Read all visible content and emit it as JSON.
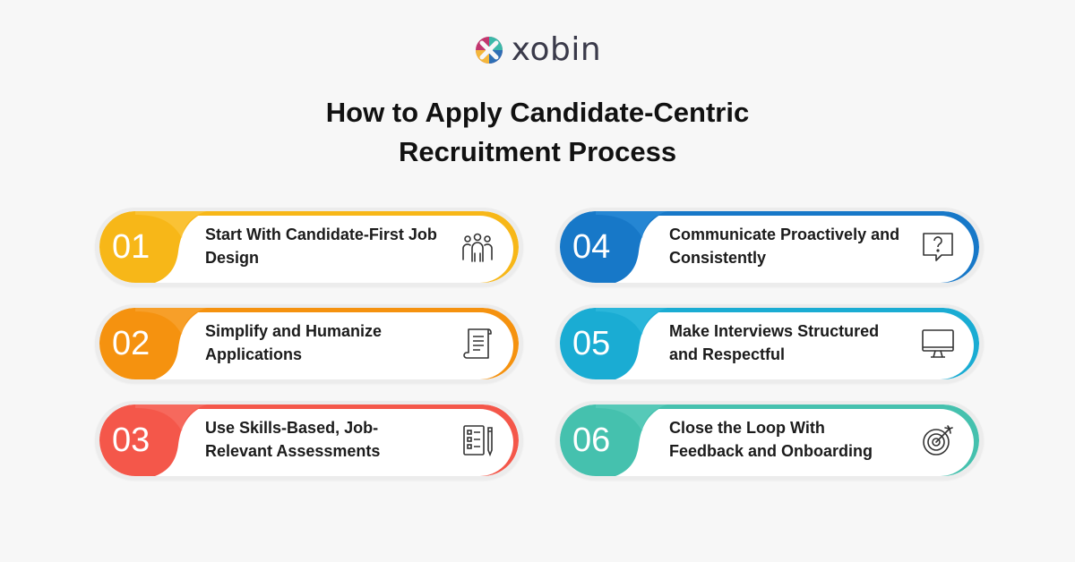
{
  "brand": {
    "name": "xobin",
    "colors": {
      "magenta": "#c2366e",
      "teal": "#3bb9a9",
      "blue": "#2e6fb5",
      "yellow": "#f4b73b",
      "text": "#3a3a4a"
    }
  },
  "title": {
    "line1": "How to Apply Candidate-Centric",
    "line2": "Recruitment Process"
  },
  "steps": [
    {
      "number": "01",
      "label": "Start With Candidate-First Job Design",
      "icon": "team-icon",
      "color": "#f7b718",
      "color2": "#fbc94a"
    },
    {
      "number": "02",
      "label": "Simplify and Humanize Applications",
      "icon": "document-scroll-icon",
      "color": "#f5920f",
      "color2": "#f9a93a"
    },
    {
      "number": "03",
      "label": "Use Skills-Based, Job-Relevant Assessments",
      "icon": "checklist-pencil-icon",
      "color": "#f4574a",
      "color2": "#f7756a"
    },
    {
      "number": "04",
      "label": "Communicate Proactively and Consistently",
      "icon": "question-chat-icon",
      "color": "#1778c8",
      "color2": "#2e8fdb"
    },
    {
      "number": "05",
      "label": "Make Interviews Structured and Respectful",
      "icon": "monitor-icon",
      "color": "#1aacd3",
      "color2": "#35bde0"
    },
    {
      "number": "06",
      "label": "Close the Loop With Feedback and Onboarding",
      "icon": "target-icon",
      "color": "#45c1ae",
      "color2": "#62cfbe"
    }
  ]
}
